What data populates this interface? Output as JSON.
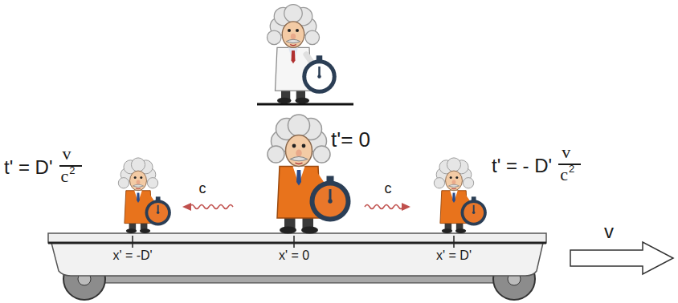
{
  "diagram": {
    "labels": [
      "t' = D'",
      "v",
      "c",
      "2",
      "t'= 0",
      "c",
      "c",
      "t' = - D'",
      "v",
      "c",
      "2",
      "x' = -D'",
      "x' = 0",
      "x' = D'",
      "v"
    ]
  }
}
